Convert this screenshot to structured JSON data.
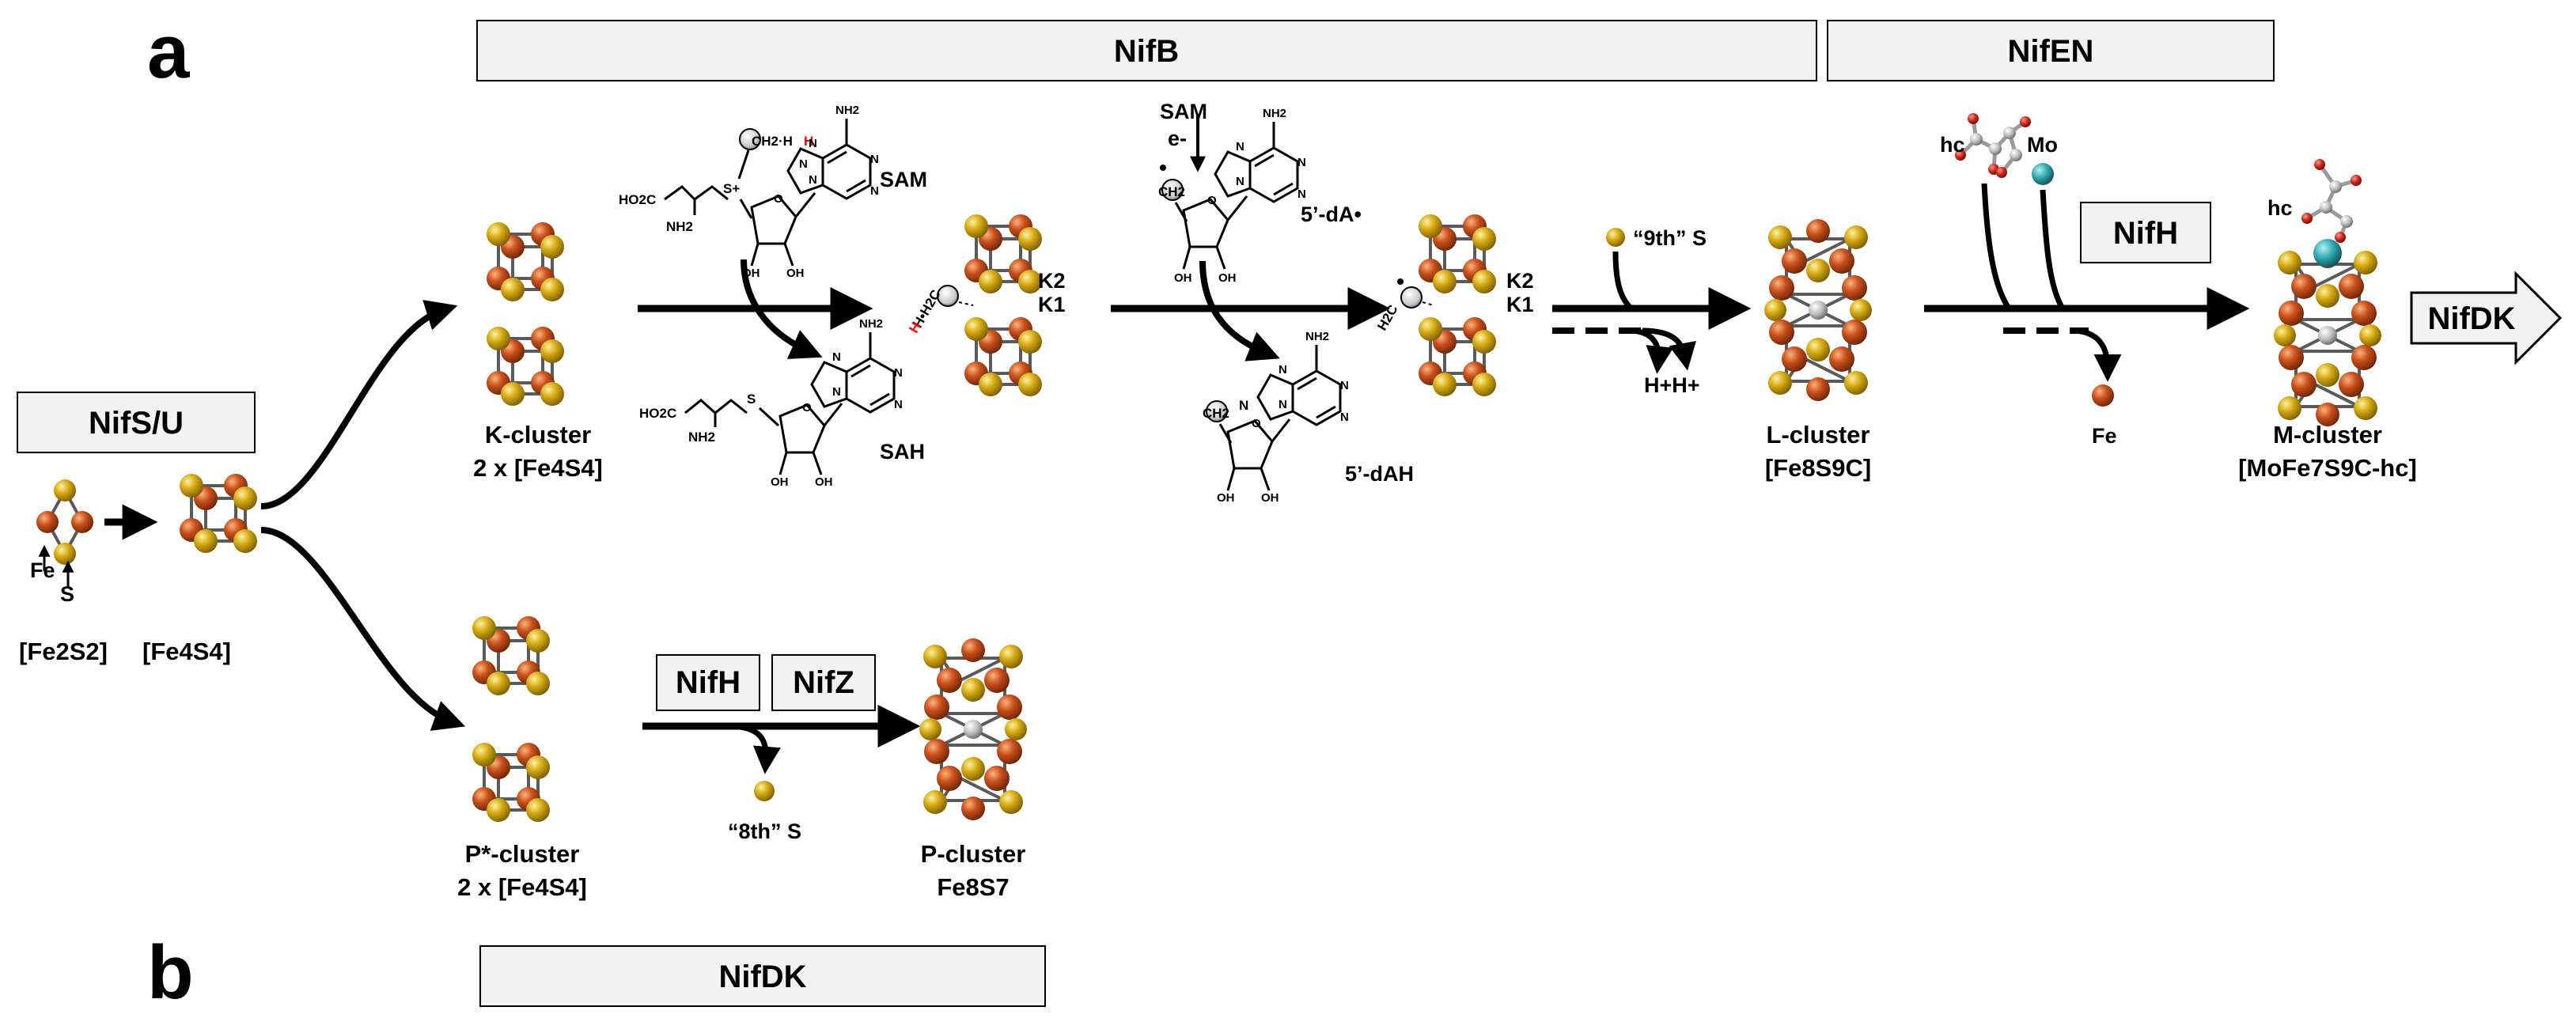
{
  "panels": {
    "a": "a",
    "b": "b"
  },
  "enzymes": {
    "nifb": "NifB",
    "nifen": "NifEN",
    "nifsu": "NifS/U",
    "nifdk_bottom": "NifDK",
    "nifdk_arrow": "NifDK",
    "nifh_top": "NifH",
    "nifh_bottom": "NifH",
    "nifz": "NifZ"
  },
  "atoms": {
    "fe": "Fe",
    "s": "S",
    "fe_released": "Fe",
    "mo": "Mo",
    "hc": "hc",
    "hc2": "hc",
    "h_red": "H",
    "h_red2": "H"
  },
  "clusters": {
    "fe2s2": "[Fe2S2]",
    "fe4s4": "[Fe4S4]",
    "k_cluster": "K-cluster",
    "k_cluster_formula": "2 x [Fe4S4]",
    "k1": "K1",
    "k2": "K2",
    "k1b": "K1",
    "k2b": "K2",
    "l_cluster": "L-cluster",
    "l_cluster_formula": "[Fe8S9C]",
    "m_cluster": "M-cluster",
    "m_cluster_formula": "[MoFe7S9C-hc]",
    "p_star_cluster": "P*-cluster",
    "p_star_formula": "2 x [Fe4S4]",
    "p_cluster": "P-cluster",
    "p_cluster_formula": "Fe8S7"
  },
  "reagents": {
    "sam": "SAM",
    "sam2": "SAM",
    "sah": "SAH",
    "dA_radical": "5’-dA•",
    "dAH": "5’-dAH",
    "electron": "e-",
    "ninth_s": "“9th” S",
    "eighth_s": "“8th” S",
    "protons": "H+H+",
    "ch2h": "CH2·H",
    "hh2c": "H•H2C",
    "h2c": "H2C",
    "ch2_a": "CH2",
    "ch2_b": "CH2",
    "ho2c": "HO2C",
    "ho2c2": "HO2C",
    "nh2_1": "NH2",
    "nh2_2": "NH2",
    "nh2_3": "NH2",
    "nh2_4": "NH2",
    "nh2_5": "NH2",
    "nh2_6": "NH2",
    "oh_1": "OH",
    "oh_2": "OH",
    "oh_3": "OH",
    "oh_4": "OH",
    "oh_5": "OH",
    "oh_6": "OH",
    "oh_7": "OH",
    "oh_8": "OH",
    "s_plus": "S+",
    "s_plain": "S",
    "n1": "N",
    "n2": "N",
    "n3": "N",
    "n4": "N",
    "n5": "N",
    "n6": "N",
    "n7": "N",
    "n8": "N",
    "n9": "N",
    "n10": "N",
    "n11": "N",
    "n12": "N",
    "n13": "N",
    "n14": "N",
    "n15": "N",
    "n16": "N",
    "n17": "N",
    "n18": "N",
    "n19": "N",
    "n20": "N",
    "o1": "O",
    "o2": "O",
    "o3": "O",
    "o4": "O"
  },
  "colors": {
    "iron": "#c8501c",
    "sulfur": "#d6aa14",
    "molybdenum": "#2ea8b0",
    "carbon": "#bdbdbd",
    "oxygen": "#d12a1e",
    "box_fill": "#f2f2f2",
    "red_text": "#ff0000"
  }
}
